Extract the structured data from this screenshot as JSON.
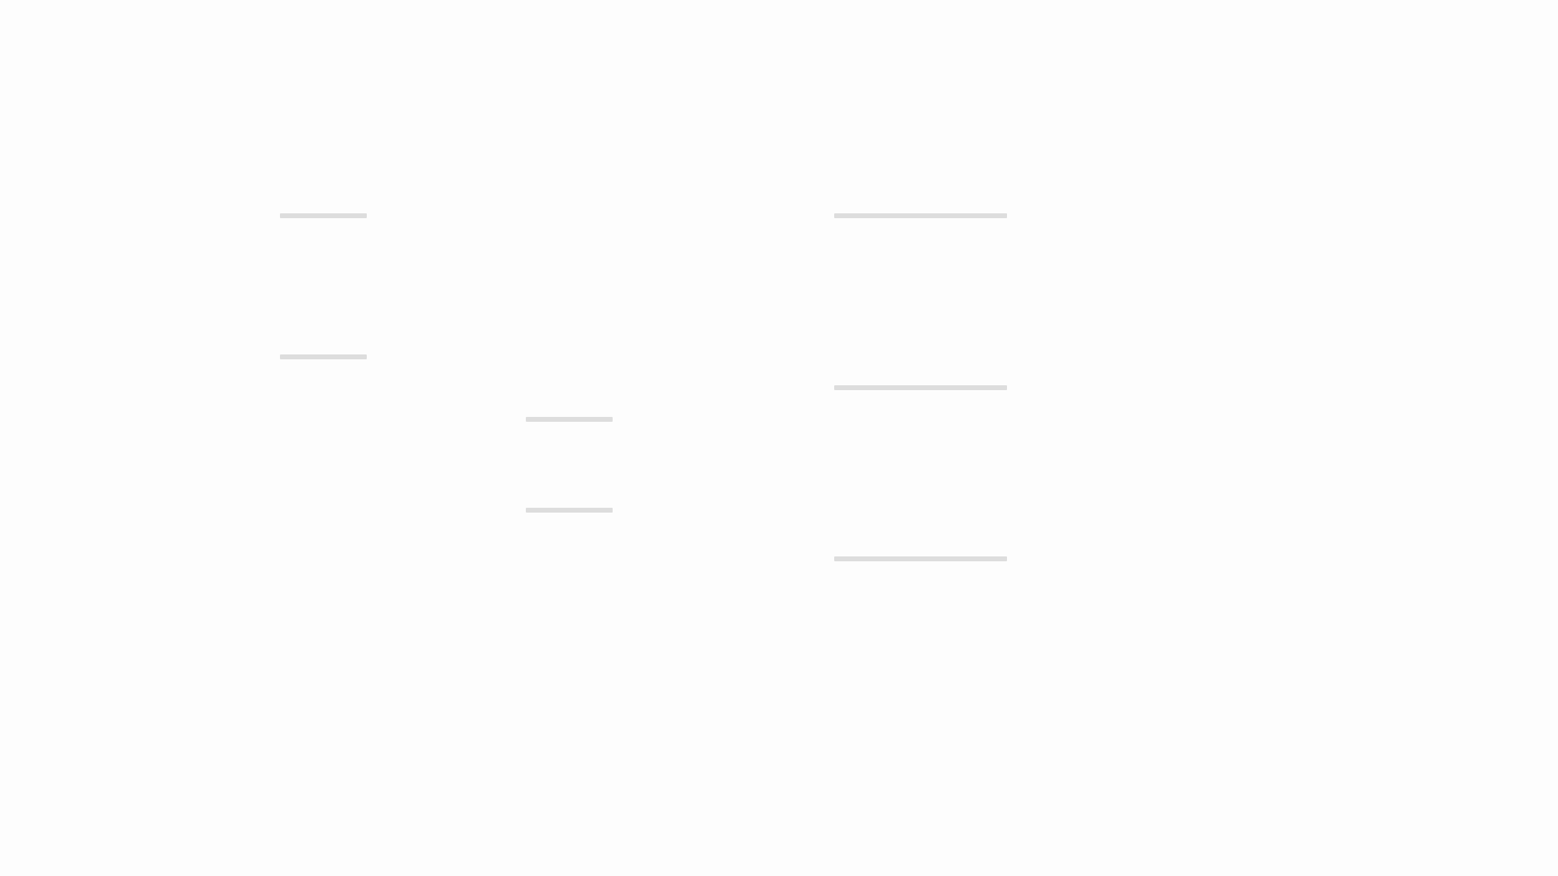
{
  "theme": {
    "background": "#fdfdfd",
    "placeholder_color": "#dddddd"
  },
  "columns": {
    "left": {
      "placeholder_count": 2
    },
    "middle": {
      "placeholder_count": 2
    },
    "right": {
      "placeholder_count": 3
    }
  }
}
